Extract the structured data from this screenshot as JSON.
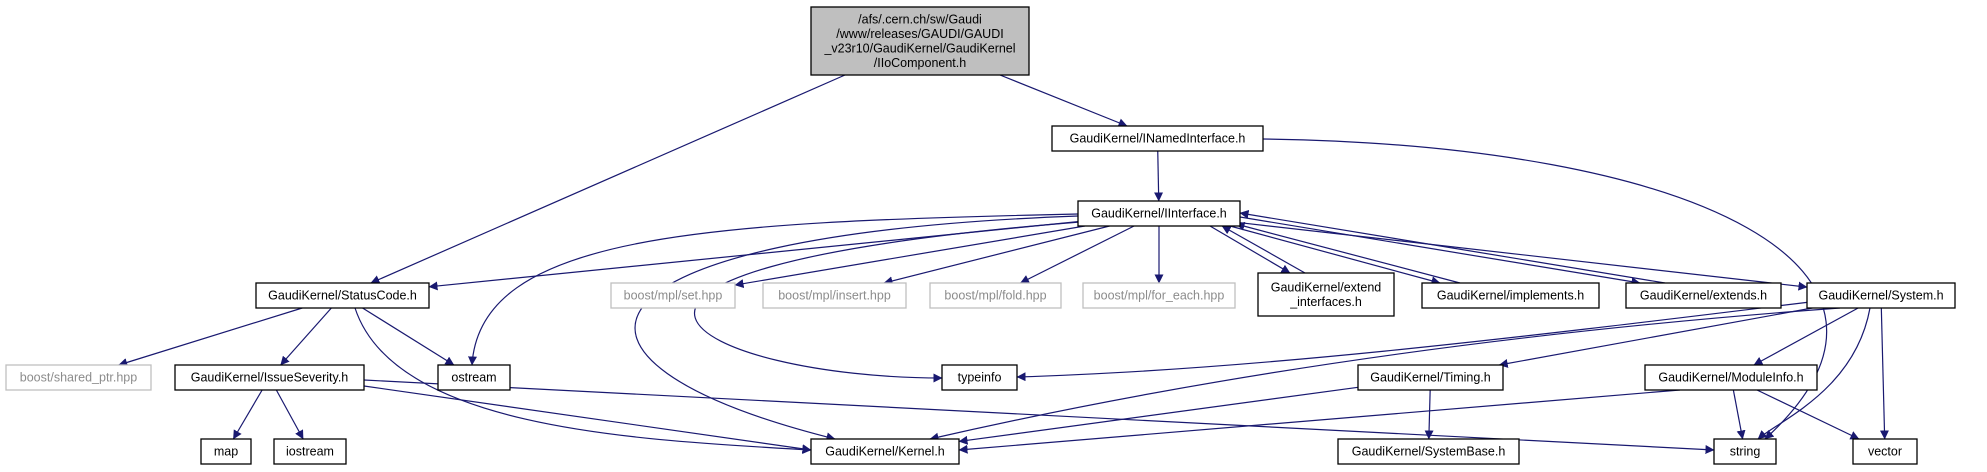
{
  "colors": {
    "edge": "#191970",
    "root_fill": "#bfbfbf",
    "node_stroke": "#000000",
    "external_stroke": "#bfbfbf",
    "text": "#000000",
    "external_text": "#8c8c8c"
  },
  "nodes": [
    {
      "id": "root",
      "lines": [
        "/afs/.cern.ch/sw/Gaudi",
        "/www/releases/GAUDI/GAUDI",
        "_v23r10/GaudiKernel/GaudiKernel",
        "/IIoComponent.h"
      ],
      "kind": "root"
    },
    {
      "id": "inamed",
      "lines": [
        "GaudiKernel/INamedInterface.h"
      ],
      "kind": "normal"
    },
    {
      "id": "iinterface",
      "lines": [
        "GaudiKernel/IInterface.h"
      ],
      "kind": "normal"
    },
    {
      "id": "statuscode",
      "lines": [
        "GaudiKernel/StatusCode.h"
      ],
      "kind": "normal"
    },
    {
      "id": "mplset",
      "lines": [
        "boost/mpl/set.hpp"
      ],
      "kind": "external"
    },
    {
      "id": "mplinsert",
      "lines": [
        "boost/mpl/insert.hpp"
      ],
      "kind": "external"
    },
    {
      "id": "mplfold",
      "lines": [
        "boost/mpl/fold.hpp"
      ],
      "kind": "external"
    },
    {
      "id": "mplforeach",
      "lines": [
        "boost/mpl/for_each.hpp"
      ],
      "kind": "external"
    },
    {
      "id": "extendif",
      "lines": [
        "GaudiKernel/extend",
        "_interfaces.h"
      ],
      "kind": "normal"
    },
    {
      "id": "implements",
      "lines": [
        "GaudiKernel/implements.h"
      ],
      "kind": "normal"
    },
    {
      "id": "extends",
      "lines": [
        "GaudiKernel/extends.h"
      ],
      "kind": "normal"
    },
    {
      "id": "system",
      "lines": [
        "GaudiKernel/System.h"
      ],
      "kind": "normal"
    },
    {
      "id": "sharedptr",
      "lines": [
        "boost/shared_ptr.hpp"
      ],
      "kind": "external"
    },
    {
      "id": "issue",
      "lines": [
        "GaudiKernel/IssueSeverity.h"
      ],
      "kind": "normal"
    },
    {
      "id": "ostream",
      "lines": [
        "ostream"
      ],
      "kind": "normal"
    },
    {
      "id": "typeinfo",
      "lines": [
        "typeinfo"
      ],
      "kind": "normal"
    },
    {
      "id": "timing",
      "lines": [
        "GaudiKernel/Timing.h"
      ],
      "kind": "normal"
    },
    {
      "id": "moduleinfo",
      "lines": [
        "GaudiKernel/ModuleInfo.h"
      ],
      "kind": "normal"
    },
    {
      "id": "map",
      "lines": [
        "map"
      ],
      "kind": "normal"
    },
    {
      "id": "iostream",
      "lines": [
        "iostream"
      ],
      "kind": "normal"
    },
    {
      "id": "kernel",
      "lines": [
        "GaudiKernel/Kernel.h"
      ],
      "kind": "normal"
    },
    {
      "id": "systembase",
      "lines": [
        "GaudiKernel/SystemBase.h"
      ],
      "kind": "normal"
    },
    {
      "id": "string",
      "lines": [
        "string"
      ],
      "kind": "normal"
    },
    {
      "id": "vector",
      "lines": [
        "vector"
      ],
      "kind": "normal"
    }
  ],
  "edges": [
    [
      "root",
      "statuscode"
    ],
    [
      "root",
      "inamed"
    ],
    [
      "inamed",
      "iinterface"
    ],
    [
      "inamed",
      "string"
    ],
    [
      "iinterface",
      "statuscode"
    ],
    [
      "iinterface",
      "ostream"
    ],
    [
      "iinterface",
      "kernel"
    ],
    [
      "iinterface",
      "typeinfo"
    ],
    [
      "iinterface",
      "mplset"
    ],
    [
      "iinterface",
      "mplinsert"
    ],
    [
      "iinterface",
      "mplfold"
    ],
    [
      "iinterface",
      "mplforeach"
    ],
    [
      "iinterface",
      "extendif"
    ],
    [
      "iinterface",
      "implements"
    ],
    [
      "iinterface",
      "extends"
    ],
    [
      "iinterface",
      "system"
    ],
    [
      "extendif",
      "iinterface"
    ],
    [
      "implements",
      "iinterface"
    ],
    [
      "extends",
      "iinterface"
    ],
    [
      "statuscode",
      "sharedptr"
    ],
    [
      "statuscode",
      "issue"
    ],
    [
      "statuscode",
      "ostream"
    ],
    [
      "statuscode",
      "kernel"
    ],
    [
      "issue",
      "map"
    ],
    [
      "issue",
      "iostream"
    ],
    [
      "issue",
      "kernel"
    ],
    [
      "issue",
      "string"
    ],
    [
      "system",
      "typeinfo"
    ],
    [
      "system",
      "kernel"
    ],
    [
      "system",
      "timing"
    ],
    [
      "system",
      "moduleinfo"
    ],
    [
      "system",
      "string"
    ],
    [
      "system",
      "vector"
    ],
    [
      "timing",
      "kernel"
    ],
    [
      "timing",
      "systembase"
    ],
    [
      "moduleinfo",
      "kernel"
    ],
    [
      "moduleinfo",
      "string"
    ],
    [
      "moduleinfo",
      "vector"
    ]
  ]
}
